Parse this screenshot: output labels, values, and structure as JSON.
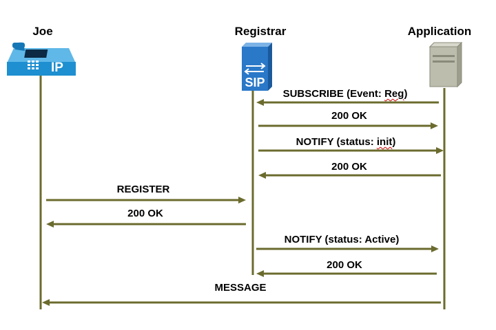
{
  "participants": {
    "joe": "Joe",
    "registrar": "Registrar",
    "application": "Application"
  },
  "registrar_icon_text": "SIP",
  "phone_icon_text": "IP",
  "messages": [
    {
      "text_before": "SUBSCRIBE (Event: ",
      "text_underlined": "Reg",
      "text_after": ")",
      "from": "application",
      "to": "registrar"
    },
    {
      "text_before": "200 OK",
      "text_underlined": "",
      "text_after": "",
      "from": "registrar",
      "to": "application"
    },
    {
      "text_before": "NOTIFY (status: ",
      "text_underlined": "init",
      "text_after": ")",
      "from": "registrar",
      "to": "application"
    },
    {
      "text_before": "200 OK",
      "text_underlined": "",
      "text_after": "",
      "from": "application",
      "to": "registrar"
    },
    {
      "text_before": "REGISTER",
      "text_underlined": "",
      "text_after": "",
      "from": "joe",
      "to": "registrar"
    },
    {
      "text_before": "200 OK",
      "text_underlined": "",
      "text_after": "",
      "from": "registrar",
      "to": "joe"
    },
    {
      "text_before": "NOTIFY (status: Active)",
      "text_underlined": "",
      "text_after": "",
      "from": "registrar",
      "to": "application"
    },
    {
      "text_before": "200 OK",
      "text_underlined": "",
      "text_after": "",
      "from": "application",
      "to": "registrar"
    },
    {
      "text_before": "MESSAGE",
      "text_underlined": "",
      "text_after": "",
      "from": "application",
      "to": "joe"
    }
  ],
  "colors": {
    "arrow": "#6b6b2e",
    "phone_blue": "#1e8fd0",
    "server_gray": "#bdbdae",
    "registrar_blue": "#2a78c8"
  }
}
